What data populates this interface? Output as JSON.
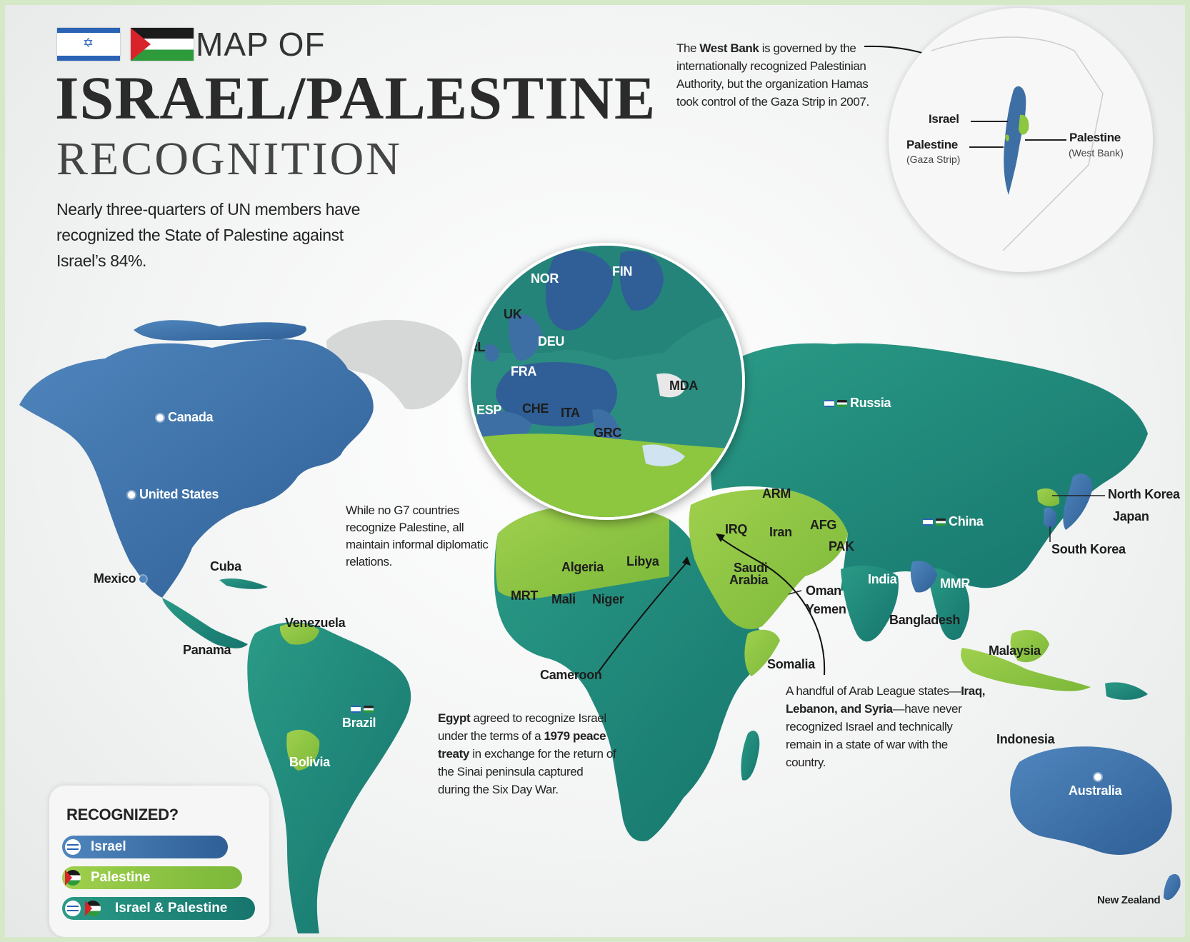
{
  "header": {
    "map_of": "MAP OF",
    "title": "ISRAEL/PALESTINE",
    "subtitle": "RECOGNITION",
    "intro": "Nearly three-quarters of UN members have recognized the State of Palestine against Israel’s 84%."
  },
  "colors": {
    "israel": "#3d6fa5",
    "palestine": "#8dc63f",
    "both": "#1f8a7e",
    "unrecognized_land": "#d4d6d6"
  },
  "notes": {
    "west_bank_pre": "The ",
    "west_bank_bold": "West Bank",
    "west_bank_rest": " is governed by the internationally recognized Palestinian Authority, but the organization Hamas took control of the Gaza Strip in 2007.",
    "g7": "While no G7 countries recognize Palestine, all maintain informal diplomatic relations.",
    "egypt_bold": "Egypt",
    "egypt_text1": " agreed to recognize Israel under the terms of a ",
    "egypt_bold2": "1979 peace treaty",
    "egypt_text2": " in exchange for the return of the Sinai peninsula captured during the Six Day War.",
    "arab_text1": "A handful of Arab League states—",
    "arab_bold": "Iraq, Lebanon, and Syria",
    "arab_text2": "—have never recognized Israel and technically remain in a state of war with the country."
  },
  "inset_israel": {
    "israel": "Israel",
    "palestine_gaza": "Palestine",
    "gaza_sub": "(Gaza Strip)",
    "palestine_wb": "Palestine",
    "wb_sub": "(West Bank)"
  },
  "countries": {
    "canada": "Canada",
    "united_states": "United States",
    "mexico": "Mexico",
    "cuba": "Cuba",
    "panama": "Panama",
    "venezuela": "Venezuela",
    "brazil": "Brazil",
    "bolivia": "Bolivia",
    "russia": "Russia",
    "china": "China",
    "india": "India",
    "north_korea": "North Korea",
    "japan": "Japan",
    "south_korea": "South Korea",
    "mmr": "MMR",
    "bangladesh": "Bangladesh",
    "malaysia": "Malaysia",
    "indonesia": "Indonesia",
    "australia": "Australia",
    "new_zealand": "New Zealand",
    "arm": "ARM",
    "irq": "IRQ",
    "iran": "Iran",
    "afg": "AFG",
    "pak": "PAK",
    "saudi_arabia_1": "Saudi",
    "saudi_arabia_2": "Arabia",
    "oman": "Oman",
    "yemen": "Yemen",
    "somalia": "Somalia",
    "algeria": "Algeria",
    "libya": "Libya",
    "mrt": "MRT",
    "mali": "Mali",
    "niger": "Niger",
    "cameroon": "Cameroon"
  },
  "europe": {
    "nor": "NOR",
    "fin": "FIN",
    "uk": "UK",
    "irl": "IRL",
    "deu": "DEU",
    "fra": "FRA",
    "esp": "ESP",
    "che": "CHE",
    "ita": "ITA",
    "grc": "GRC",
    "mda": "MDA"
  },
  "legend": {
    "title": "RECOGNIZED?",
    "israel": "Israel",
    "palestine": "Palestine",
    "both": "Israel & Palestine"
  }
}
